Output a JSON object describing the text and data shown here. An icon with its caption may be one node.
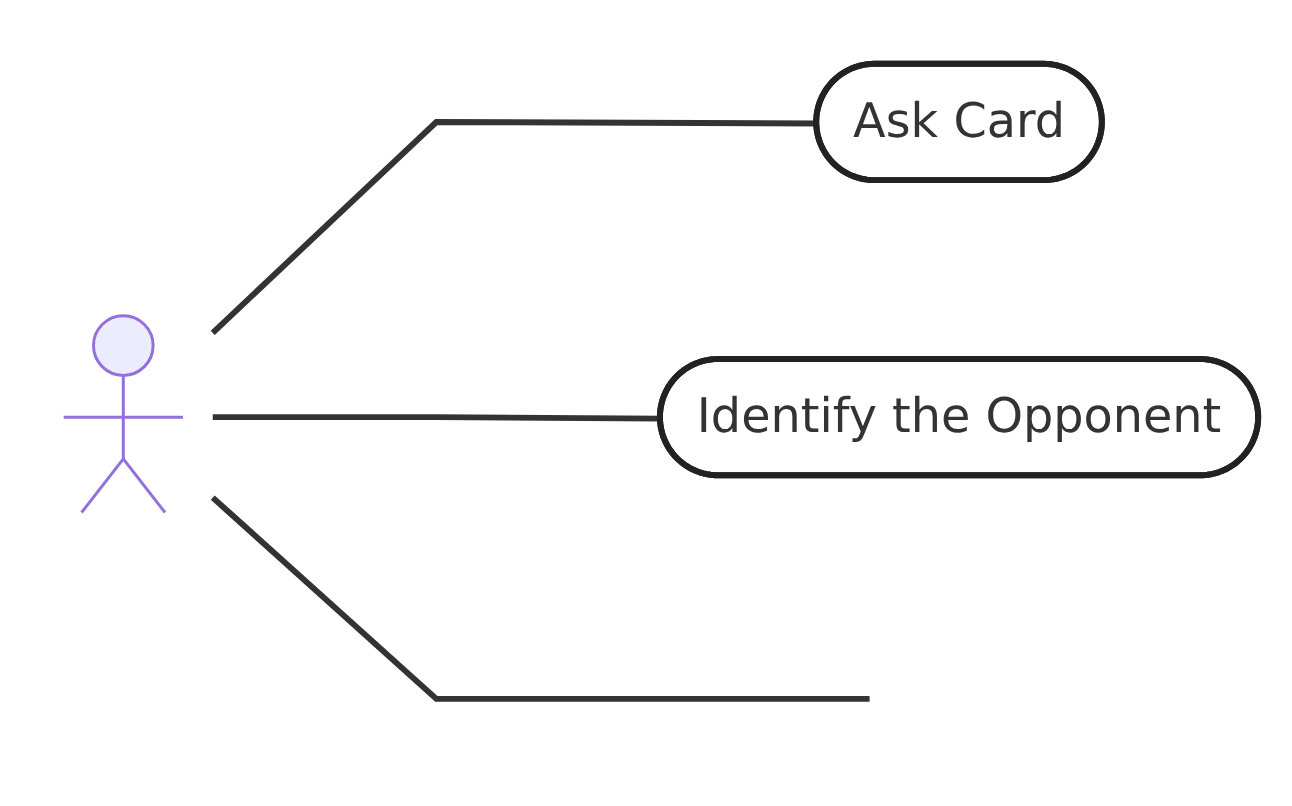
{
  "diagram": {
    "nodes": [
      {
        "text": [],
        "shape": "person"
      },
      {
        "text": [
          "Ask Card"
        ]
      },
      {
        "text": [
          "Identify the Opponent"
        ]
      }
    ],
    "edges": [
      {
        "from": 0,
        "to": 1,
        "arrow": "none"
      },
      {
        "from": 0,
        "to": 2,
        "arrow": "none"
      },
      {
        "from": 0,
        "to": null,
        "arrow": "none"
      }
    ]
  }
}
